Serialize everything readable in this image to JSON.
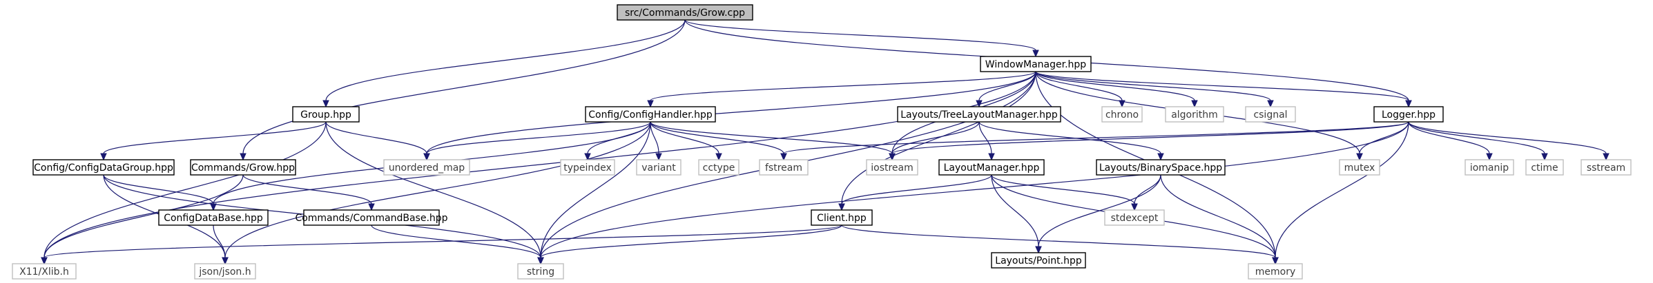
{
  "graph": {
    "nodes": [
      {
        "id": "grow_cpp",
        "label": "src/Commands/Grow.cpp",
        "kind": "root"
      },
      {
        "id": "window_manager",
        "label": "WindowManager.hpp",
        "kind": "project"
      },
      {
        "id": "group",
        "label": "Group.hpp",
        "kind": "project"
      },
      {
        "id": "config_handler",
        "label": "Config/ConfigHandler.hpp",
        "kind": "project"
      },
      {
        "id": "tree_layout",
        "label": "Layouts/TreeLayoutManager.hpp",
        "kind": "project"
      },
      {
        "id": "logger",
        "label": "Logger.hpp",
        "kind": "project"
      },
      {
        "id": "config_data_group",
        "label": "Config/ConfigDataGroup.hpp",
        "kind": "project"
      },
      {
        "id": "commands_grow",
        "label": "Commands/Grow.hpp",
        "kind": "project"
      },
      {
        "id": "layout_manager",
        "label": "LayoutManager.hpp",
        "kind": "project"
      },
      {
        "id": "binary_space",
        "label": "Layouts/BinarySpace.hpp",
        "kind": "project"
      },
      {
        "id": "config_data_base",
        "label": "ConfigDataBase.hpp",
        "kind": "project"
      },
      {
        "id": "command_base",
        "label": "Commands/CommandBase.hpp",
        "kind": "project"
      },
      {
        "id": "client",
        "label": "Client.hpp",
        "kind": "project"
      },
      {
        "id": "layouts_point",
        "label": "Layouts/Point.hpp",
        "kind": "project"
      },
      {
        "id": "chrono",
        "label": "chrono",
        "kind": "system"
      },
      {
        "id": "algorithm",
        "label": "algorithm",
        "kind": "system"
      },
      {
        "id": "csignal",
        "label": "csignal",
        "kind": "system"
      },
      {
        "id": "unordered_map",
        "label": "unordered_map",
        "kind": "system"
      },
      {
        "id": "typeindex",
        "label": "typeindex",
        "kind": "system"
      },
      {
        "id": "variant",
        "label": "variant",
        "kind": "system"
      },
      {
        "id": "cctype",
        "label": "cctype",
        "kind": "system"
      },
      {
        "id": "fstream",
        "label": "fstream",
        "kind": "system"
      },
      {
        "id": "iostream",
        "label": "iostream",
        "kind": "system"
      },
      {
        "id": "mutex",
        "label": "mutex",
        "kind": "system"
      },
      {
        "id": "iomanip",
        "label": "iomanip",
        "kind": "system"
      },
      {
        "id": "ctime",
        "label": "ctime",
        "kind": "system"
      },
      {
        "id": "sstream",
        "label": "sstream",
        "kind": "system"
      },
      {
        "id": "stdexcept",
        "label": "stdexcept",
        "kind": "system"
      },
      {
        "id": "x11_xlib",
        "label": "X11/Xlib.h",
        "kind": "system"
      },
      {
        "id": "json_json",
        "label": "json/json.h",
        "kind": "system"
      },
      {
        "id": "string",
        "label": "string",
        "kind": "system"
      },
      {
        "id": "memory",
        "label": "memory",
        "kind": "system"
      }
    ],
    "edges": [
      [
        "grow_cpp",
        "window_manager"
      ],
      [
        "grow_cpp",
        "group"
      ],
      [
        "grow_cpp",
        "commands_grow"
      ],
      [
        "grow_cpp",
        "logger"
      ],
      [
        "window_manager",
        "config_handler"
      ],
      [
        "window_manager",
        "tree_layout"
      ],
      [
        "window_manager",
        "logger"
      ],
      [
        "window_manager",
        "chrono"
      ],
      [
        "window_manager",
        "algorithm"
      ],
      [
        "window_manager",
        "csignal"
      ],
      [
        "window_manager",
        "memory"
      ],
      [
        "window_manager",
        "mutex"
      ],
      [
        "window_manager",
        "unordered_map"
      ],
      [
        "window_manager",
        "iostream"
      ],
      [
        "window_manager",
        "client"
      ],
      [
        "window_manager",
        "string"
      ],
      [
        "window_manager",
        "x11_xlib"
      ],
      [
        "group",
        "config_data_group"
      ],
      [
        "group",
        "unordered_map"
      ],
      [
        "group",
        "string"
      ],
      [
        "group",
        "x11_xlib"
      ],
      [
        "config_handler",
        "unordered_map"
      ],
      [
        "config_handler",
        "typeindex"
      ],
      [
        "config_handler",
        "variant"
      ],
      [
        "config_handler",
        "cctype"
      ],
      [
        "config_handler",
        "fstream"
      ],
      [
        "config_handler",
        "iostream"
      ],
      [
        "config_handler",
        "config_data_base"
      ],
      [
        "config_handler",
        "string"
      ],
      [
        "config_handler",
        "json_json"
      ],
      [
        "tree_layout",
        "iostream"
      ],
      [
        "tree_layout",
        "layout_manager"
      ],
      [
        "tree_layout",
        "binary_space"
      ],
      [
        "logger",
        "fstream"
      ],
      [
        "logger",
        "iostream"
      ],
      [
        "logger",
        "mutex"
      ],
      [
        "logger",
        "iomanip"
      ],
      [
        "logger",
        "ctime"
      ],
      [
        "logger",
        "sstream"
      ],
      [
        "logger",
        "string"
      ],
      [
        "logger",
        "memory"
      ],
      [
        "config_data_group",
        "config_data_base"
      ],
      [
        "config_data_group",
        "json_json"
      ],
      [
        "config_data_group",
        "string"
      ],
      [
        "commands_grow",
        "command_base"
      ],
      [
        "commands_grow",
        "x11_xlib"
      ],
      [
        "layout_manager",
        "client"
      ],
      [
        "layout_manager",
        "layouts_point"
      ],
      [
        "layout_manager",
        "stdexcept"
      ],
      [
        "layout_manager",
        "memory"
      ],
      [
        "binary_space",
        "layouts_point"
      ],
      [
        "binary_space",
        "stdexcept"
      ],
      [
        "binary_space",
        "memory"
      ],
      [
        "config_data_base",
        "json_json"
      ],
      [
        "command_base",
        "string"
      ],
      [
        "client",
        "x11_xlib"
      ],
      [
        "client",
        "string"
      ],
      [
        "client",
        "memory"
      ]
    ]
  },
  "colors": {
    "edge": "#191970",
    "project_border": "#000000",
    "system_border": "#bfbfbf",
    "system_text": "#3c3c3c",
    "root_fill": "#bfbfbf"
  }
}
